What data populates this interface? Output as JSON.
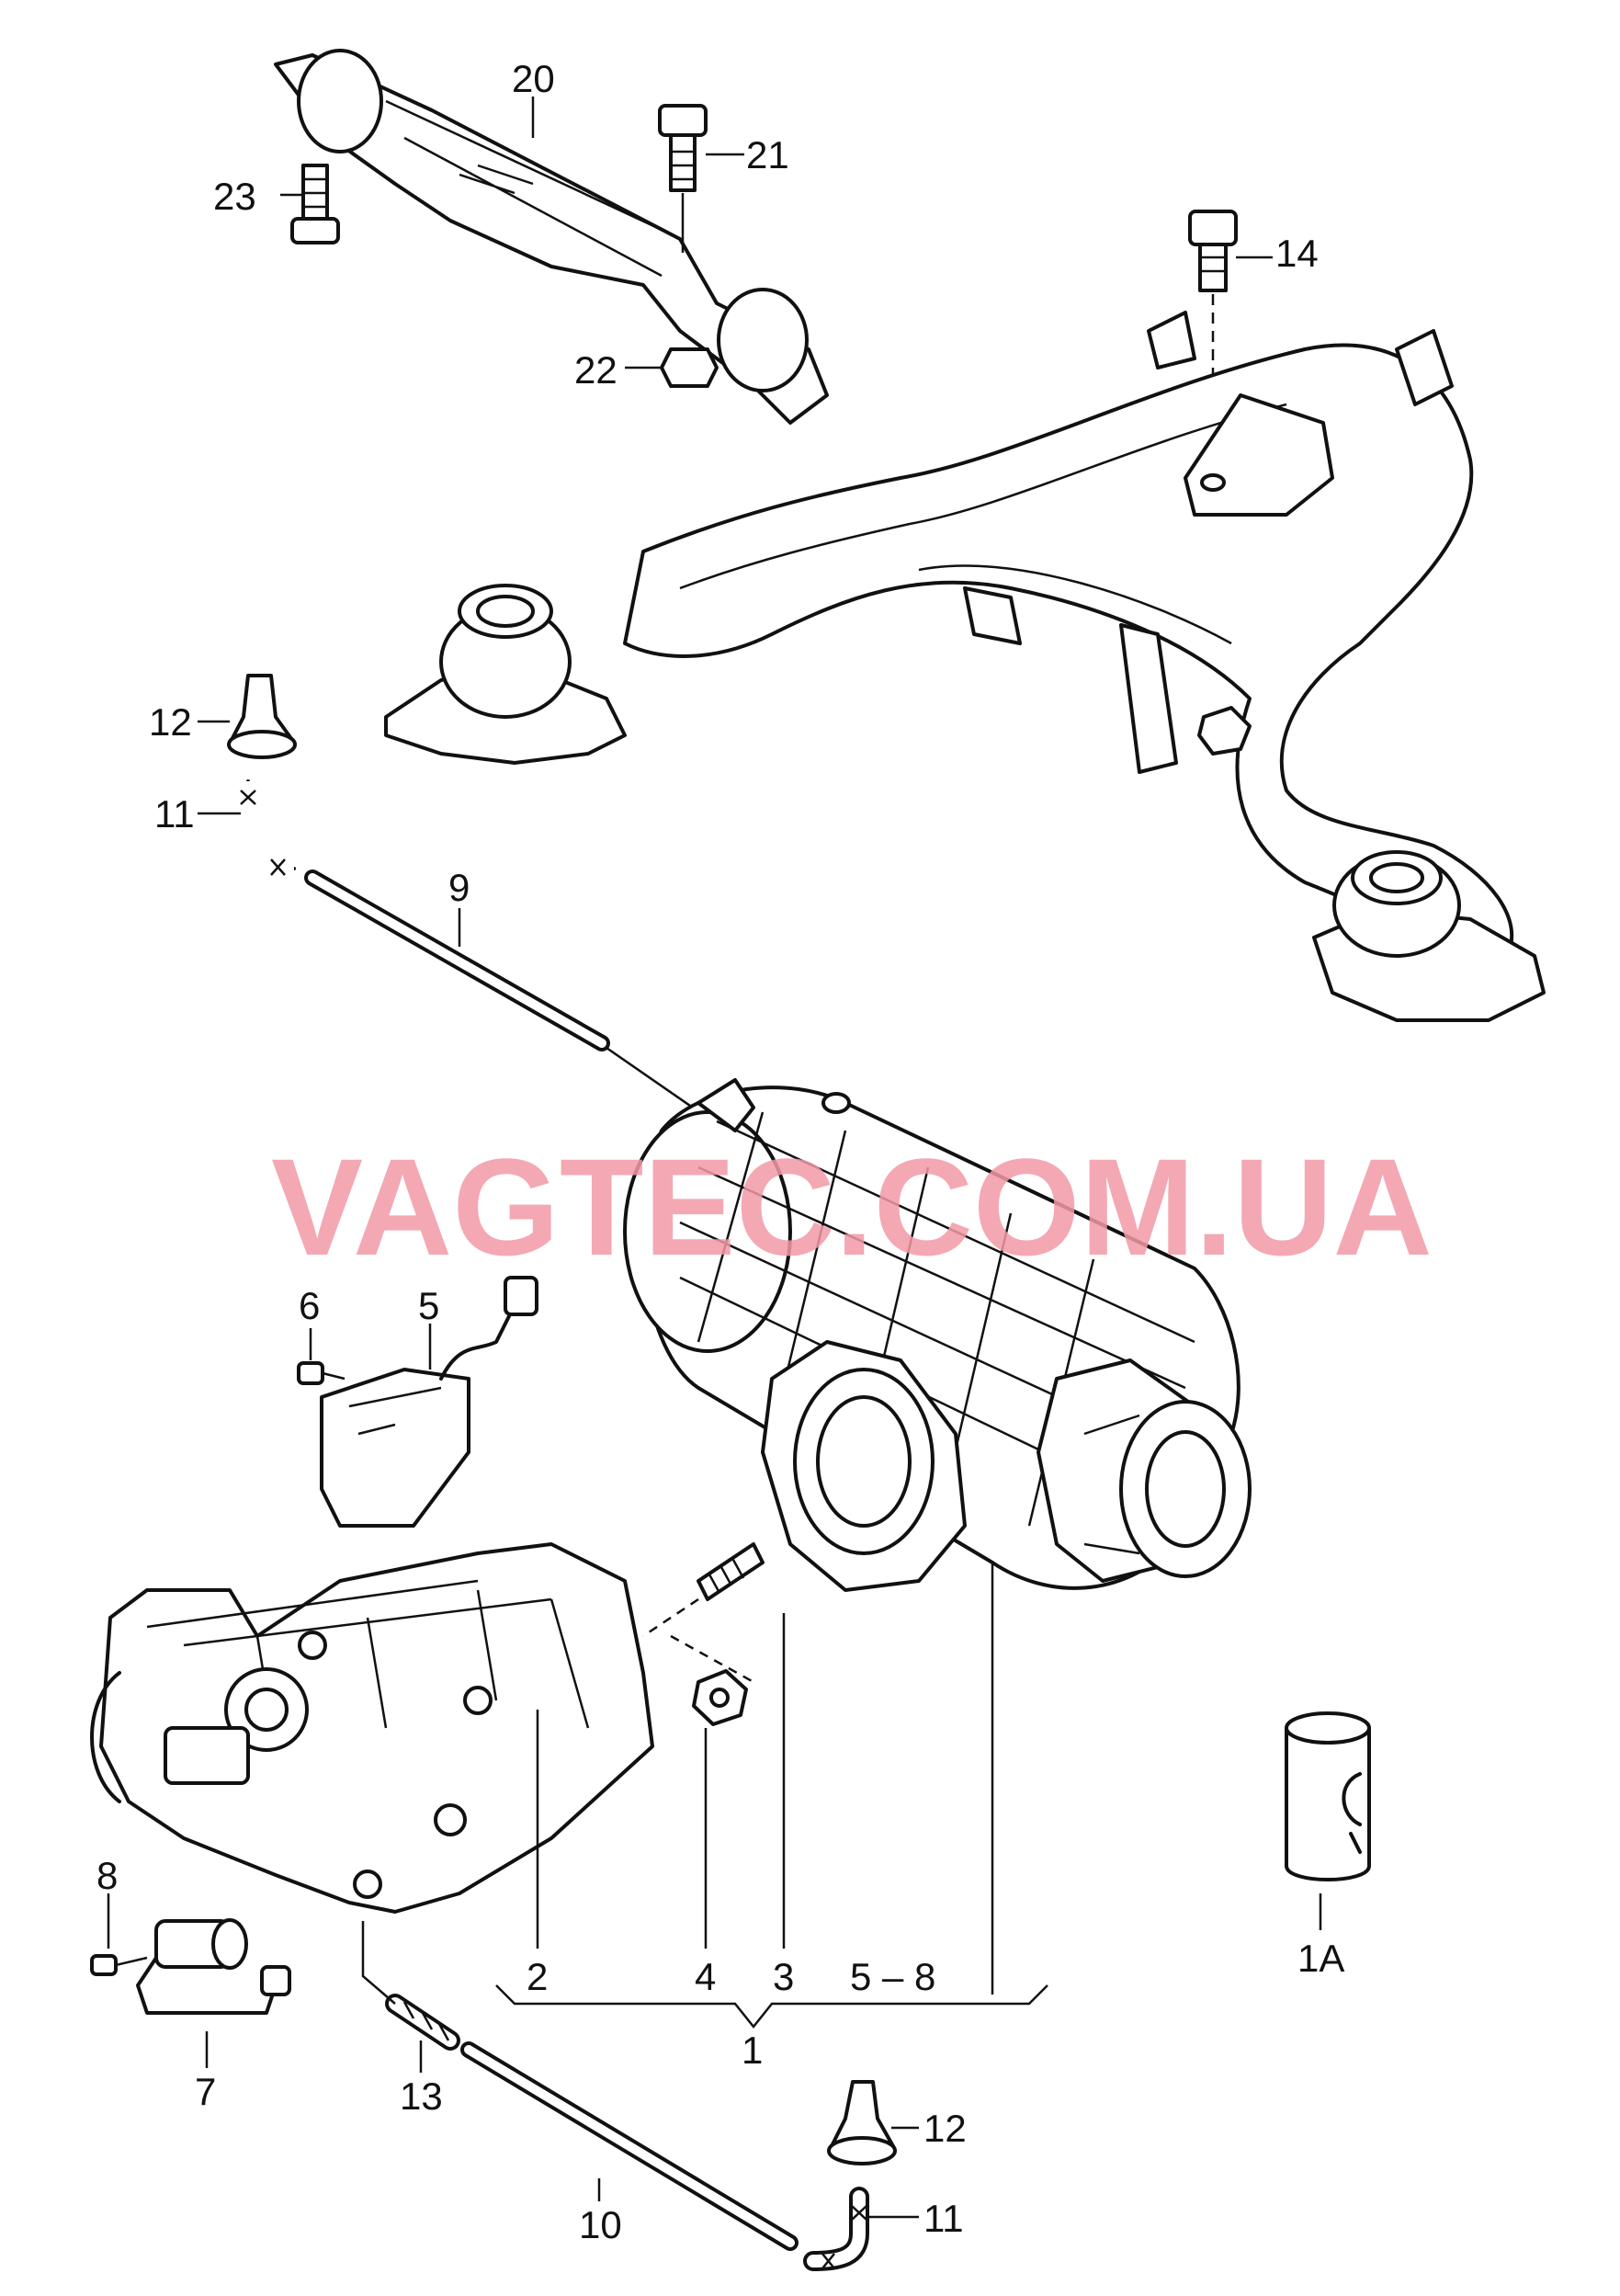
{
  "watermark": "VAGTEC.COM.UA",
  "colors": {
    "line": "#111111",
    "watermark": "#f29aa6",
    "background": "#ffffff"
  },
  "callouts": {
    "c1": "1",
    "c1a": "1A",
    "c2": "2",
    "c3": "3",
    "c4": "4",
    "c5": "5",
    "c5_8": "5 – 8",
    "c6": "6",
    "c7": "7",
    "c8": "8",
    "c9": "9",
    "c10": "10",
    "c11_top": "11",
    "c11_bottom": "11",
    "c12_top": "12",
    "c12_bottom": "12",
    "c13": "13",
    "c14": "14",
    "c20": "20",
    "c21": "21",
    "c22": "22",
    "c23": "23"
  }
}
